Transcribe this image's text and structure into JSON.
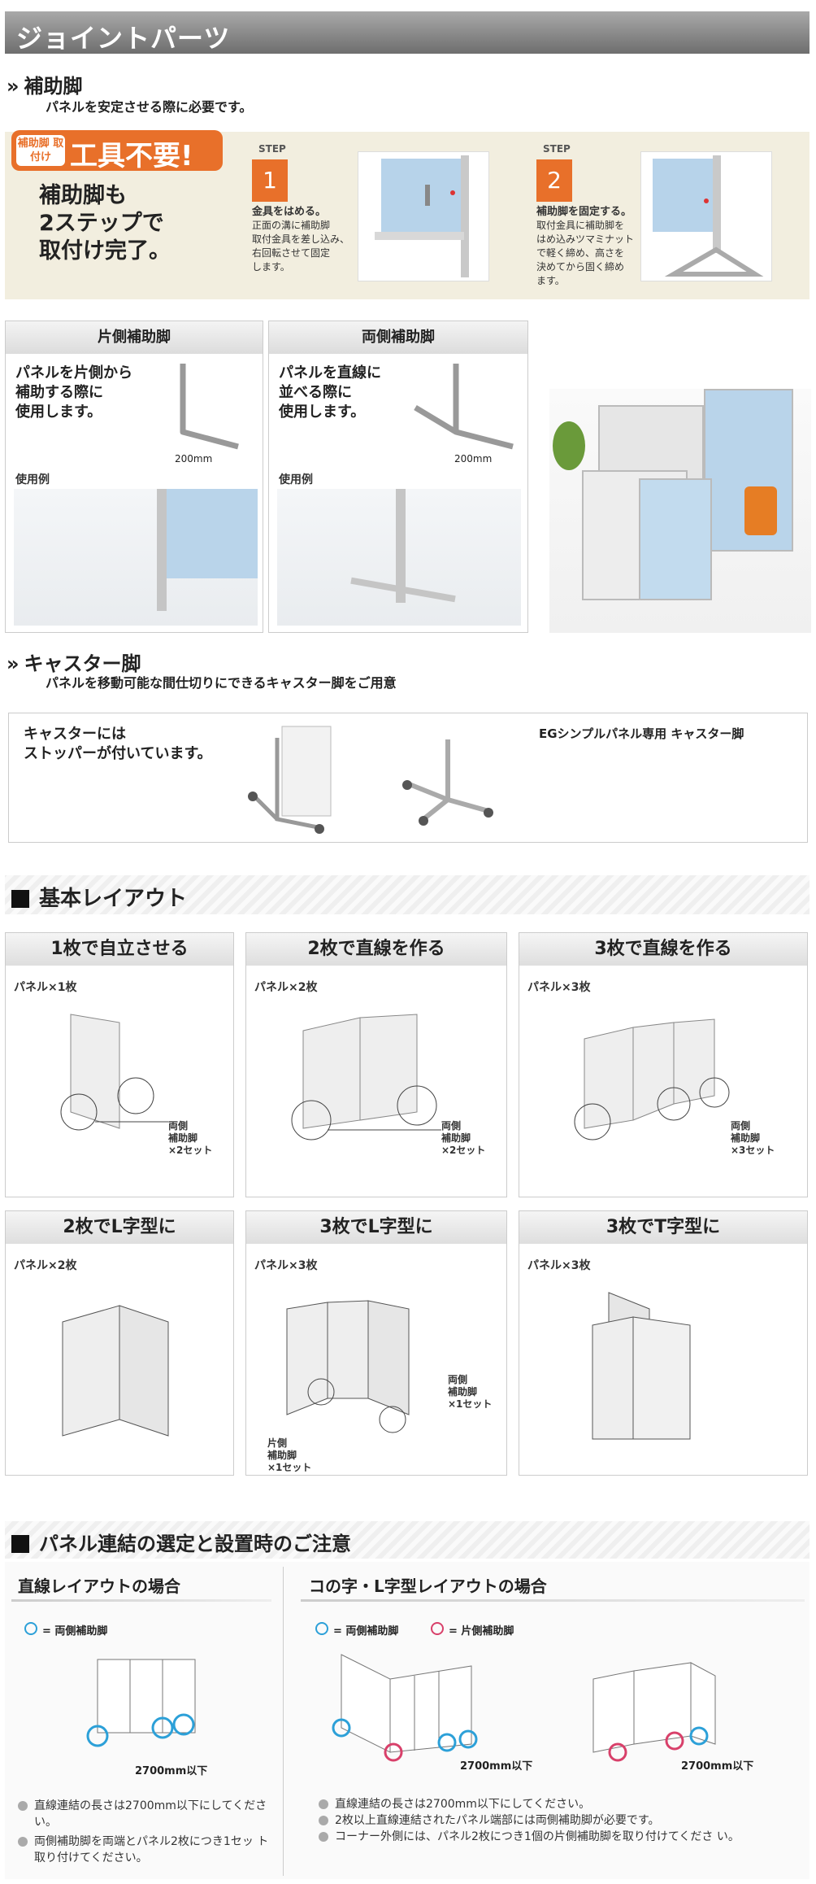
{
  "header": {
    "title": "ジョイントパーツ"
  },
  "hojo": {
    "title": "補助脚",
    "subtitle": "パネルを安定させる際に必要です。",
    "badge_small": "補助脚 取付け",
    "badge_big": "工具不要!",
    "headline": [
      "補助脚も",
      "2ステップで",
      "取付け完了。"
    ],
    "step_label": "STEP",
    "steps": [
      {
        "num": "1",
        "title": "金具をはめる。",
        "lines": [
          "正面の溝に補助脚",
          "取付金具を差し込み、",
          "右回転させて固定",
          "します。"
        ]
      },
      {
        "num": "2",
        "title": "補助脚を固定する。",
        "lines": [
          "取付金具に補助脚を",
          "はめ込みツマミナット",
          "で軽く締め、高さを",
          "決めてから固く締め",
          "ます。"
        ]
      }
    ]
  },
  "legs": [
    {
      "header": "片側補助脚",
      "lines": [
        "パネルを片側から",
        "補助する際に",
        "使用します。"
      ],
      "dim": "200mm",
      "example": "使用例"
    },
    {
      "header": "両側補助脚",
      "lines": [
        "パネルを直線に",
        "並べる際に",
        "使用します。"
      ],
      "dim": "200mm",
      "example": "使用例"
    }
  ],
  "caster": {
    "title": "キャスター脚",
    "subtitle": "パネルを移動可能な間仕切りにできるキャスター脚をご用意",
    "lines": [
      "キャスターには",
      "ストッパーが付いています。"
    ],
    "product": "EGシンプルパネル専用 キャスター脚"
  },
  "layout": {
    "title": "基本レイアウト",
    "cards": [
      {
        "title": "1枚で自立させる",
        "qty": "パネル×1枚",
        "notes": [
          {
            "lines": [
              "両側",
              "補助脚",
              "×2セット"
            ]
          }
        ]
      },
      {
        "title": "2枚で直線を作る",
        "qty": "パネル×2枚",
        "notes": [
          {
            "lines": [
              "両側",
              "補助脚",
              "×2セット"
            ]
          }
        ]
      },
      {
        "title": "3枚で直線を作る",
        "qty": "パネル×3枚",
        "notes": [
          {
            "lines": [
              "両側",
              "補助脚",
              "×3セット"
            ]
          }
        ]
      },
      {
        "title": "2枚でL字型に",
        "qty": "パネル×2枚",
        "notes": []
      },
      {
        "title": "3枚でL字型に",
        "qty": "パネル×3枚",
        "notes": [
          {
            "lines": [
              "両側",
              "補助脚",
              "×1セット"
            ]
          },
          {
            "lines": [
              "片側",
              "補助脚",
              "×1セット"
            ]
          }
        ]
      },
      {
        "title": "3枚でT字型に",
        "qty": "パネル×3枚",
        "notes": []
      }
    ]
  },
  "caution": {
    "title": "パネル連結の選定と設置時のご注意",
    "left": {
      "title": "直線レイアウトの場合",
      "legend": "= 両側補助脚",
      "dim": "2700mm以下",
      "notes": [
        "直線連結の長さは2700mm以下にしてくださ い。",
        "両側補助脚を両端とパネル2枚につき1セッ ト取り付けてください。"
      ]
    },
    "right": {
      "title": "コの字・L字型レイアウトの場合",
      "legend1": "= 両側補助脚",
      "legend2": "= 片側補助脚",
      "dim1": "2700mm以下",
      "dim2": "2700mm以下",
      "notes": [
        "直線連結の長さは2700mm以下にしてください。",
        "2枚以上直線連結されたパネル端部には両側補助脚が必要です。",
        "コーナー外側には、パネル2枚につき1個の片側補助脚を取り付けてくださ い。"
      ]
    }
  },
  "colors": {
    "orange": "#e8702a",
    "blue_circle": "#2ca0d8",
    "pink_circle": "#d8406a",
    "panel_blue": "#b7d3ea"
  }
}
